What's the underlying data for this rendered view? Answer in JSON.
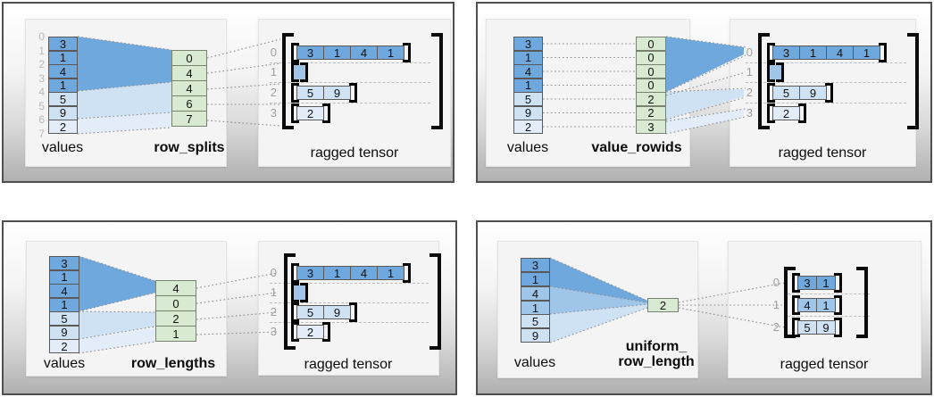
{
  "colors": {
    "dark_blue": "#6fa8dc",
    "medium_blue": "#9fc5e8",
    "light_blue": "#cfe2f3",
    "pale_blue": "#e2edf9",
    "green": "#d9ead3"
  },
  "panels": [
    {
      "name": "row_splits",
      "values_label": "values",
      "param_label": "row_splits",
      "tensor_label": "ragged tensor",
      "value_indices": [
        "0",
        "1",
        "2",
        "3",
        "4",
        "5",
        "6",
        "7"
      ],
      "values": [
        "3",
        "1",
        "4",
        "1",
        "5",
        "9",
        "2"
      ],
      "param_values": [
        "0",
        "4",
        "4",
        "6",
        "7"
      ],
      "tensor_rows": [
        {
          "index": "0",
          "cells": [
            "3",
            "1",
            "4",
            "1"
          ]
        },
        {
          "index": "1",
          "cells": []
        },
        {
          "index": "2",
          "cells": [
            "5",
            "9"
          ]
        },
        {
          "index": "3",
          "cells": [
            "2"
          ]
        }
      ]
    },
    {
      "name": "value_rowids",
      "values_label": "values",
      "param_label": "value_rowids",
      "tensor_label": "ragged tensor",
      "values": [
        "3",
        "1",
        "4",
        "1",
        "5",
        "9",
        "2"
      ],
      "param_values": [
        "0",
        "0",
        "0",
        "0",
        "2",
        "2",
        "3"
      ],
      "tensor_rows": [
        {
          "index": "0",
          "cells": [
            "3",
            "1",
            "4",
            "1"
          ]
        },
        {
          "index": "1",
          "cells": []
        },
        {
          "index": "2",
          "cells": [
            "5",
            "9"
          ]
        },
        {
          "index": "3",
          "cells": [
            "2"
          ]
        }
      ]
    },
    {
      "name": "row_lengths",
      "values_label": "values",
      "param_label": "row_lengths",
      "tensor_label": "ragged tensor",
      "values": [
        "3",
        "1",
        "4",
        "1",
        "5",
        "9",
        "2"
      ],
      "param_values": [
        "4",
        "0",
        "2",
        "1"
      ],
      "tensor_rows": [
        {
          "index": "0",
          "cells": [
            "3",
            "1",
            "4",
            "1"
          ]
        },
        {
          "index": "1",
          "cells": []
        },
        {
          "index": "2",
          "cells": [
            "5",
            "9"
          ]
        },
        {
          "index": "3",
          "cells": [
            "2"
          ]
        }
      ]
    },
    {
      "name": "uniform_row_length",
      "values_label": "values",
      "param_label_line1": "uniform_",
      "param_label_line2": "row_length",
      "tensor_label": "ragged tensor",
      "values": [
        "3",
        "1",
        "4",
        "1",
        "5",
        "9"
      ],
      "param_values": [
        "2"
      ],
      "tensor_rows": [
        {
          "index": "0",
          "cells": [
            "3",
            "1"
          ]
        },
        {
          "index": "1",
          "cells": [
            "4",
            "1"
          ]
        },
        {
          "index": "2",
          "cells": [
            "5",
            "9"
          ]
        }
      ]
    }
  ]
}
